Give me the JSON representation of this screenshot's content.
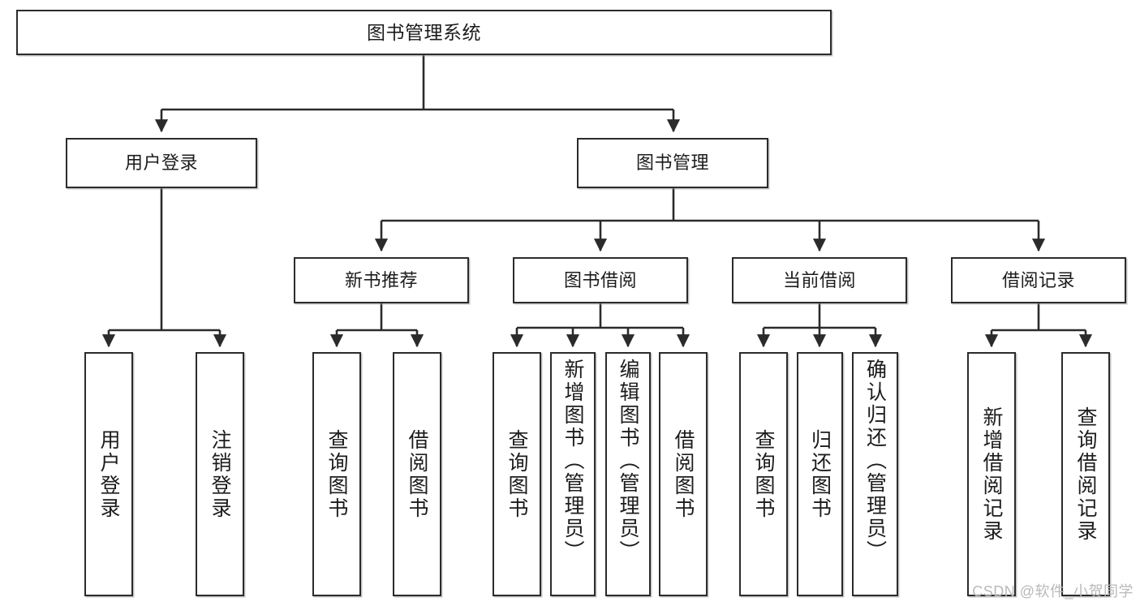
{
  "diagram": {
    "title": "图书管理系统",
    "type": "tree",
    "watermark": "CSDN @软件_小贺同学",
    "colors": {
      "box_border": "#2b2b2b",
      "box_fill": "#ffffff",
      "edge": "#2b2b2b",
      "text": "#1c1c1c",
      "watermark": "#b9b9b9"
    },
    "levels": {
      "root": [
        "图书管理系统"
      ],
      "level2": [
        "用户登录",
        "图书管理"
      ],
      "level3": [
        "新书推荐",
        "图书借阅",
        "当前借阅",
        "借阅记录"
      ],
      "leaves": [
        "用户登录",
        "注销登录",
        "查询图书",
        "借阅图书",
        "查询图书",
        "新增图书（管理员）",
        "编辑图书（管理员）",
        "借阅图书",
        "查询图书",
        "归还图书",
        "确认归还（管理员）",
        "新增借阅记录",
        "查询借阅记录"
      ]
    },
    "nodes": {
      "root": {
        "label": "图书管理系统"
      },
      "user_login": {
        "label": "用户登录"
      },
      "book_manage": {
        "label": "图书管理"
      },
      "new_book_rec": {
        "label": "新书推荐"
      },
      "book_borrow": {
        "label": "图书借阅"
      },
      "current_borrow": {
        "label": "当前借阅"
      },
      "borrow_record": {
        "label": "借阅记录"
      },
      "leaf_user_login": {
        "label": "用户登录"
      },
      "leaf_user_logout": {
        "label": "注销登录"
      },
      "leaf_query_book_1": {
        "label": "查询图书"
      },
      "leaf_borrow_book_1": {
        "label": "借阅图书"
      },
      "leaf_query_book_2": {
        "label": "查询图书"
      },
      "leaf_add_book_admin": {
        "label": "新增图书（管理员）"
      },
      "leaf_edit_book_admin": {
        "label": "编辑图书（管理员）"
      },
      "leaf_borrow_book_2": {
        "label": "借阅图书"
      },
      "leaf_query_book_3": {
        "label": "查询图书"
      },
      "leaf_return_book": {
        "label": "归还图书"
      },
      "leaf_confirm_return_admin": {
        "label": "确认归还（管理员）"
      },
      "leaf_add_record": {
        "label": "新增借阅记录"
      },
      "leaf_query_record": {
        "label": "查询借阅记录"
      }
    },
    "edges": [
      {
        "from": "root",
        "to": "user_login"
      },
      {
        "from": "root",
        "to": "book_manage"
      },
      {
        "from": "user_login",
        "to": "leaf_user_login"
      },
      {
        "from": "user_login",
        "to": "leaf_user_logout"
      },
      {
        "from": "book_manage",
        "to": "new_book_rec"
      },
      {
        "from": "book_manage",
        "to": "book_borrow"
      },
      {
        "from": "book_manage",
        "to": "current_borrow"
      },
      {
        "from": "book_manage",
        "to": "borrow_record"
      },
      {
        "from": "new_book_rec",
        "to": "leaf_query_book_1"
      },
      {
        "from": "new_book_rec",
        "to": "leaf_borrow_book_1"
      },
      {
        "from": "book_borrow",
        "to": "leaf_query_book_2"
      },
      {
        "from": "book_borrow",
        "to": "leaf_add_book_admin"
      },
      {
        "from": "book_borrow",
        "to": "leaf_edit_book_admin"
      },
      {
        "from": "book_borrow",
        "to": "leaf_borrow_book_2"
      },
      {
        "from": "current_borrow",
        "to": "leaf_query_book_3"
      },
      {
        "from": "current_borrow",
        "to": "leaf_return_book"
      },
      {
        "from": "current_borrow",
        "to": "leaf_confirm_return_admin"
      },
      {
        "from": "borrow_record",
        "to": "leaf_add_record"
      },
      {
        "from": "borrow_record",
        "to": "leaf_query_record"
      }
    ]
  }
}
